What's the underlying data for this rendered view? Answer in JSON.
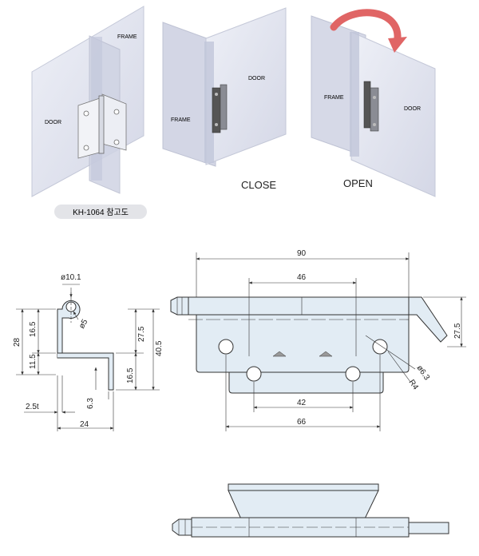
{
  "illustrations": {
    "fig1": {
      "frame_label": "FRAME",
      "door_label": "DOOR"
    },
    "fig2": {
      "door_label": "DOOR",
      "frame_label": "FRAME",
      "caption": "CLOSE"
    },
    "fig3": {
      "frame_label": "FRAME",
      "door_label": "DOOR",
      "caption": "OPEN"
    },
    "model_badge": "KH-1064 참고도"
  },
  "side_view": {
    "dia_top": "ø10.1",
    "dia_pin": "ø5",
    "h_16_5": "16.5",
    "h_28": "28",
    "h_11_5": "11.5",
    "h_27_5": "27.5",
    "h_40_5": "40.5",
    "h_lower_16_5": "16.5",
    "h_6_3": "6.3",
    "thickness": "2.5t",
    "width_24": "24"
  },
  "front_view": {
    "overall_90": "90",
    "slot_46": "46",
    "height_27_5": "27.5",
    "hole_6_3": "ø6.3",
    "radius_r4": "R4",
    "holes_42": "42",
    "base_66": "66"
  },
  "colors": {
    "part_fill": "#e2ecf4",
    "panel_fill": "#dde0ec",
    "arrow": "#e06565",
    "line": "#333333"
  }
}
